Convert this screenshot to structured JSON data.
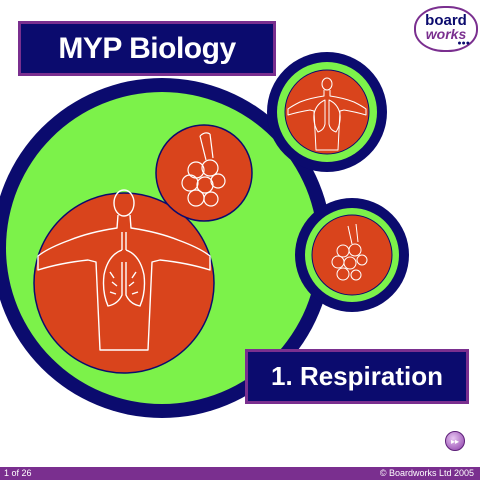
{
  "slide": {
    "title": "MYP Biology",
    "subtitle": "1. Respiration"
  },
  "logo": {
    "line1": "board",
    "line2": "works"
  },
  "navigation": {
    "icon": "navigation-orb-icon"
  },
  "footer": {
    "page": "1 of 26",
    "copyright": "© Boardworks Ltd 2005"
  },
  "colors": {
    "navy": "#0b0b6e",
    "purple": "#7a2f8f",
    "green": "#7cf24a",
    "orange": "#d9441c",
    "white": "#ffffff"
  },
  "icons": [
    "torso-lungs-icon",
    "alveoli-icon"
  ]
}
